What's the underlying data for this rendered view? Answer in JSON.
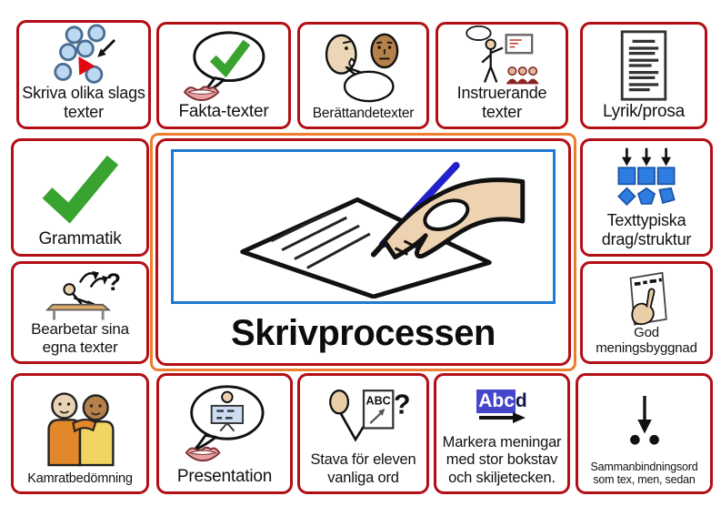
{
  "poster": {
    "title": "Skrivprocessen",
    "center_icon": "hand-writing-pen-on-paper-icon"
  },
  "colors": {
    "card_border_red": "#b30e16",
    "center_outer_orange": "#ed7d31",
    "image_frame_blue": "#1f7ad2",
    "check_green": "#38a32e",
    "symbol_blue": "#2e7de0",
    "triangle_red": "#e30613",
    "highlight_blue": "#4646cc",
    "pen_blue": "#2222cc",
    "skin_light": "#e9cfae",
    "skin_brown": "#b5804a",
    "sweater_orange": "#e2882a",
    "sweater_yellow": "#f2d463"
  },
  "cards": {
    "skriva_olika": {
      "label": "Skriva olika slags texter",
      "icon": "scatter-circles-triangle-arrow-icon"
    },
    "fakta": {
      "label": "Fakta-texter",
      "icon": "speech-bubble-check-mouth-icon"
    },
    "berattande": {
      "label": "Berättandetexter",
      "icon": "two-faces-speech-bubble-icon"
    },
    "instruerande": {
      "label": "Instruerande texter",
      "icon": "presenter-whiteboard-audience-icon"
    },
    "lyrik": {
      "label": "Lyrik/prosa",
      "icon": "text-document-icon"
    },
    "grammatik": {
      "label": "Grammatik",
      "icon": "green-check-icon"
    },
    "bearbetar": {
      "label": "Bearbetar sina egna texter",
      "icon": "writing-at-desk-arrows-question-icon",
      "question_mark": "?"
    },
    "kamrat": {
      "label": "Kamratbedömning",
      "icon": "two-friends-icon"
    },
    "presentation": {
      "label": "Presentation",
      "icon": "speech-bubble-presentation-mouth-icon"
    },
    "stava": {
      "label": "Stava för eleven vanliga ord",
      "icon": "person-abc-paper-question-icon",
      "paper_text": "ABC",
      "question_mark": "?"
    },
    "markera": {
      "label": "Markera meningar med stor bokstav och skiljetecken.",
      "icon": "abcd-highlight-arrow-icon",
      "highlighted_text": "Abc",
      "plain_text": "d"
    },
    "sammanbindning": {
      "label": "Sammanbindningsord som tex, men, sedan",
      "icon": "down-arrow-between-dots-icon"
    },
    "texttypiska": {
      "label": "Texttypiska drag/struktur",
      "icon": "arrows-onto-blue-shapes-icon"
    },
    "god_mening": {
      "label": "God meningsbyggnad",
      "icon": "finger-pointing-at-text-icon"
    }
  }
}
